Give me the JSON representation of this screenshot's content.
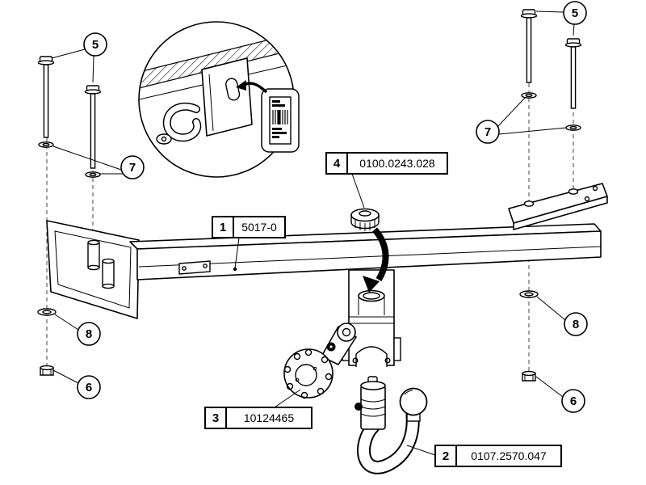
{
  "diagram": {
    "parts": {
      "p1": {
        "num": "1",
        "code": "5017-0"
      },
      "p2": {
        "num": "2",
        "code": "0107.2570.047"
      },
      "p3": {
        "num": "3",
        "code": "10124465"
      },
      "p4": {
        "num": "4",
        "code": "0100.0243.028"
      }
    },
    "callouts": {
      "bolts": "5",
      "nuts": "6",
      "small_washers": "7",
      "large_washers": "8"
    },
    "colors": {
      "line": "#000000",
      "background": "#ffffff"
    }
  }
}
